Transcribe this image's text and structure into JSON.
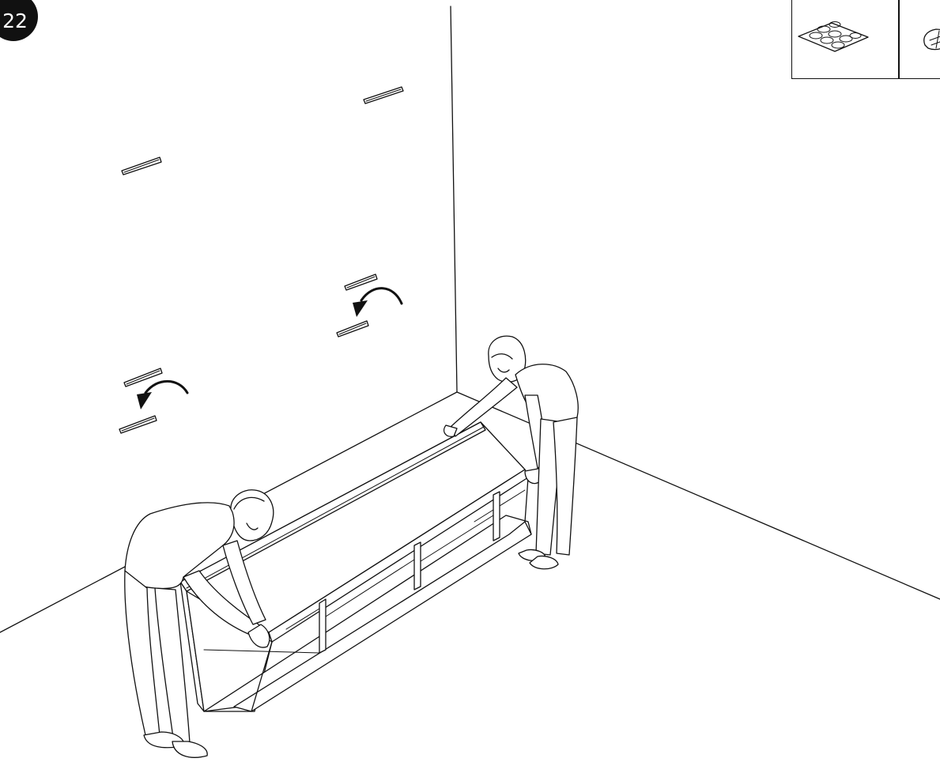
{
  "step": {
    "number": "22"
  },
  "illustration": {
    "parts_panel": {
      "parts": [
        {
          "icon": "felt-pads-sheet-icon"
        },
        {
          "icon": "screw-icon"
        }
      ]
    },
    "wall_brackets": {
      "count": 6
    },
    "arrows": {
      "count": 2
    },
    "people": {
      "count": 2
    },
    "colors": {
      "line": "#111111",
      "background": "#ffffff",
      "badge": "#111111",
      "badge_text": "#ffffff"
    }
  }
}
